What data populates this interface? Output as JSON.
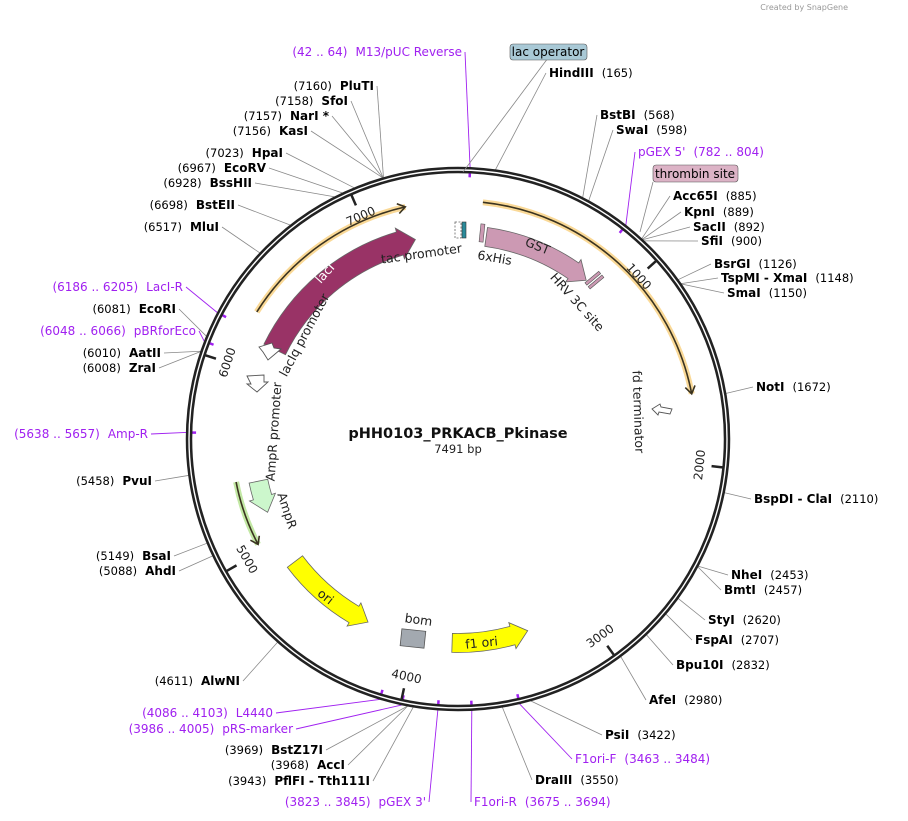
{
  "credit": "Created by SnapGene",
  "plasmid": {
    "name": "pHH0103_PRKACB_Pkinase",
    "length_label": "7491 bp",
    "length_bp": 7491
  },
  "ticks": [
    "1000",
    "2000",
    "3000",
    "4000",
    "5000",
    "6000",
    "7000"
  ],
  "colors": {
    "lacI": "#993366",
    "GST": "#cc99b3",
    "AmpR": "#ccf7cc",
    "ori": "#ffff00",
    "bom": "#a3a9b0",
    "orf": "#f5b942",
    "orf_green": "#8fd65a",
    "primer": "#a020f0",
    "lac_operator_box": "#a9c9d6",
    "thrombin_box": "#dcb3c6"
  },
  "features": [
    {
      "name": "lacI",
      "start": 6160,
      "end": 7240,
      "dir": "fwd",
      "color": "#993366"
    },
    {
      "name": "GST",
      "start": 165,
      "end": 810,
      "dir": "fwd",
      "color": "#cc99b3"
    },
    {
      "name": "AmpR",
      "start": 5180,
      "end": 5370,
      "dir": "rev",
      "color": "#ccf7cc"
    },
    {
      "name": "ori",
      "start": 4290,
      "end": 4850,
      "dir": "rev",
      "color": "#ffff00"
    },
    {
      "name": "f1 ori",
      "start": 3330,
      "end": 3780,
      "dir": "rev",
      "color": "#ffff00"
    }
  ],
  "feature_labels": {
    "lacI": "lacI",
    "GST": "GST",
    "AmpR": "AmpR",
    "ori": "ori",
    "f1ori": "f1 ori",
    "bom": "bom",
    "ampr_promoter": "AmpR promoter",
    "laciq_promoter": "lacIq promoter",
    "tac_promoter": "tac promoter",
    "his": "6xHis",
    "hrv": "HRV 3C site",
    "fd": "fd terminator",
    "lac_operator": "lac operator",
    "thrombin": "thrombin site"
  },
  "orfs": [
    {
      "start": 6290,
      "end": 7225,
      "dir": "fwd",
      "color": "#f5b942"
    },
    {
      "start": 125,
      "end": 1645,
      "dir": "fwd",
      "color": "#f5b942"
    },
    {
      "start": 5040,
      "end": 5390,
      "dir": "rev",
      "color": "#8fd65a"
    }
  ],
  "enzymes": [
    {
      "name": "HindIII",
      "pos": "(165)",
      "bp": 165
    },
    {
      "name": "BstBI",
      "pos": "(568)",
      "bp": 568
    },
    {
      "name": "SwaI",
      "pos": "(598)",
      "bp": 598
    },
    {
      "name": "Acc65I",
      "pos": "(885)",
      "bp": 885
    },
    {
      "name": "KpnI",
      "pos": "(889)",
      "bp": 889
    },
    {
      "name": "SacII",
      "pos": "(892)",
      "bp": 892
    },
    {
      "name": "SfiI",
      "pos": "(900)",
      "bp": 900
    },
    {
      "name": "BsrGI",
      "pos": "(1126)",
      "bp": 1126
    },
    {
      "name": "TspMI - XmaI",
      "pos": "(1148)",
      "bp": 1148
    },
    {
      "name": "SmaI",
      "pos": "(1150)",
      "bp": 1150
    },
    {
      "name": "NotI",
      "pos": "(1672)",
      "bp": 1672
    },
    {
      "name": "BspDI - ClaI",
      "pos": "(2110)",
      "bp": 2110
    },
    {
      "name": "NheI",
      "pos": "(2453)",
      "bp": 2453
    },
    {
      "name": "BmtI",
      "pos": "(2457)",
      "bp": 2457
    },
    {
      "name": "StyI",
      "pos": "(2620)",
      "bp": 2620
    },
    {
      "name": "FspAI",
      "pos": "(2707)",
      "bp": 2707
    },
    {
      "name": "Bpu10I",
      "pos": "(2832)",
      "bp": 2832
    },
    {
      "name": "AfeI",
      "pos": "(2980)",
      "bp": 2980
    },
    {
      "name": "PsiI",
      "pos": "(3422)",
      "bp": 3422
    },
    {
      "name": "DraIII",
      "pos": "(3550)",
      "bp": 3550
    },
    {
      "name": "PflFI - Tth111I",
      "pos": "(3943)",
      "bp": 3943
    },
    {
      "name": "AccI",
      "pos": "(3968)",
      "bp": 3968
    },
    {
      "name": "BstZ17I",
      "pos": "(3969)",
      "bp": 3969
    },
    {
      "name": "AlwNI",
      "pos": "(4611)",
      "bp": 4611
    },
    {
      "name": "AhdI",
      "pos": "(5088)",
      "bp": 5088
    },
    {
      "name": "BsaI",
      "pos": "(5149)",
      "bp": 5149
    },
    {
      "name": "PvuI",
      "pos": "(5458)",
      "bp": 5458
    },
    {
      "name": "ZraI",
      "pos": "(6008)",
      "bp": 6008
    },
    {
      "name": "AatII",
      "pos": "(6010)",
      "bp": 6010
    },
    {
      "name": "EcoRI",
      "pos": "(6081)",
      "bp": 6081
    },
    {
      "name": "MluI",
      "pos": "(6517)",
      "bp": 6517
    },
    {
      "name": "BstEII",
      "pos": "(6698)",
      "bp": 6698
    },
    {
      "name": "BssHII",
      "pos": "(6928)",
      "bp": 6928
    },
    {
      "name": "EcoRV",
      "pos": "(6967)",
      "bp": 6967
    },
    {
      "name": "HpaI",
      "pos": "(7023)",
      "bp": 7023
    },
    {
      "name": "KasI",
      "pos": "(7156)",
      "bp": 7156
    },
    {
      "name": "NarI *",
      "pos": "(7157)",
      "bp": 7157
    },
    {
      "name": "SfoI",
      "pos": "(7158)",
      "bp": 7158
    },
    {
      "name": "PluTI",
      "pos": "(7160)",
      "bp": 7160
    }
  ],
  "primers": [
    {
      "name": "M13/pUC Reverse",
      "pos": "(42 .. 64)",
      "bp": 53
    },
    {
      "name": "pGEX 5'",
      "pos": "(782 .. 804)",
      "bp": 793
    },
    {
      "name": "F1ori-F",
      "pos": "(3463 .. 3484)",
      "bp": 3473
    },
    {
      "name": "F1ori-R",
      "pos": "(3675 .. 3694)",
      "bp": 3685
    },
    {
      "name": "pGEX 3'",
      "pos": "(3823 .. 3845)",
      "bp": 3834
    },
    {
      "name": "pRS-marker",
      "pos": "(3986 .. 4005)",
      "bp": 3995
    },
    {
      "name": "L4440",
      "pos": "(4086 .. 4103)",
      "bp": 4094
    },
    {
      "name": "Amp-R",
      "pos": "(5638 .. 5657)",
      "bp": 5647
    },
    {
      "name": "pBRforEco",
      "pos": "(6048 .. 6066)",
      "bp": 6057
    },
    {
      "name": "LacI-R",
      "pos": "(6186 .. 6205)",
      "bp": 6195
    }
  ]
}
